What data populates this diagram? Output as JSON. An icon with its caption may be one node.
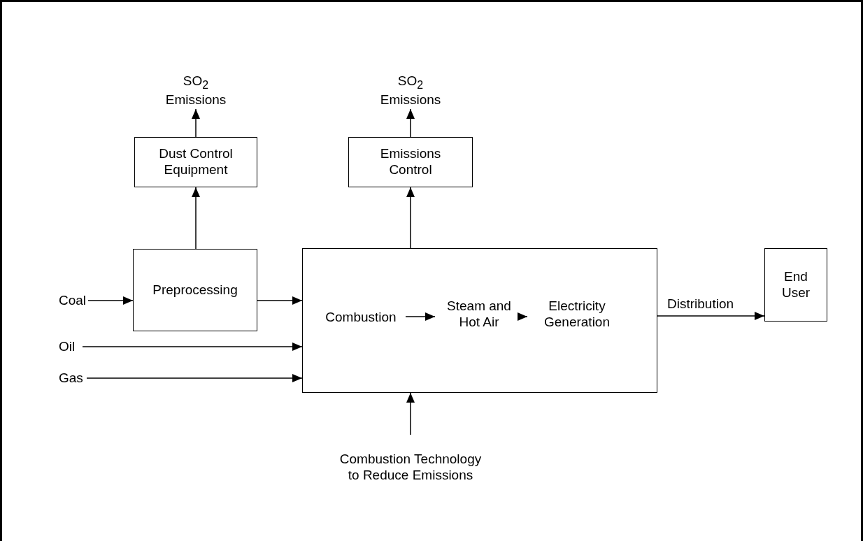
{
  "diagram": {
    "nodes": [
      {
        "text": [
          "SO$_{2}$ Emissions"
        ]
      },
      {
        "text": [
          "Dust Control Equipment"
        ]
      },
      {
        "text": [
          "SO$_{2}$ Emissions"
        ]
      },
      {
        "text": [
          "Emissions Control"
        ]
      },
      {
        "text": [
          "Coal"
        ]
      },
      {
        "text": [
          "Preprocessing"
        ]
      },
      {
        "text": [
          "Oil"
        ]
      },
      {
        "text": [
          "Gas"
        ]
      },
      {
        "text": [],
        "shape": "box"
      },
      {
        "text": [
          "Combustion"
        ],
        "in": 8
      },
      {
        "text": [
          "Steam and Hot Air"
        ],
        "in": 8
      },
      {
        "text": [
          "Electricity Generation"
        ],
        "in": 8
      },
      {
        "text": [
          "End User"
        ]
      },
      {
        "text": [
          "Combustion Technology to Reduce Emissions"
        ]
      }
    ],
    "edges": [
      {
        "from": 1,
        "to": 0,
        "arrow": "to"
      },
      {
        "from": 5,
        "to": 1,
        "arrow": "to"
      },
      {
        "from": 8,
        "to": 3,
        "arrow": "to"
      },
      {
        "from": 3,
        "to": 2,
        "arrow": "to"
      },
      {
        "from": 4,
        "to": 5,
        "arrow": "to"
      },
      {
        "from": 5,
        "to": 8,
        "arrow": "to"
      },
      {
        "from": 6,
        "to": 8,
        "arrow": "to"
      },
      {
        "from": 7,
        "to": 8,
        "arrow": "to"
      },
      {
        "from": 9,
        "to": 10,
        "arrow": "to"
      },
      {
        "from": 10,
        "to": 11,
        "arrow": "to"
      },
      {
        "from": 8,
        "to": 12,
        "arrow": "to",
        "label": "Distribution"
      },
      {
        "from": 13,
        "to": 8,
        "arrow": "to"
      }
    ]
  }
}
